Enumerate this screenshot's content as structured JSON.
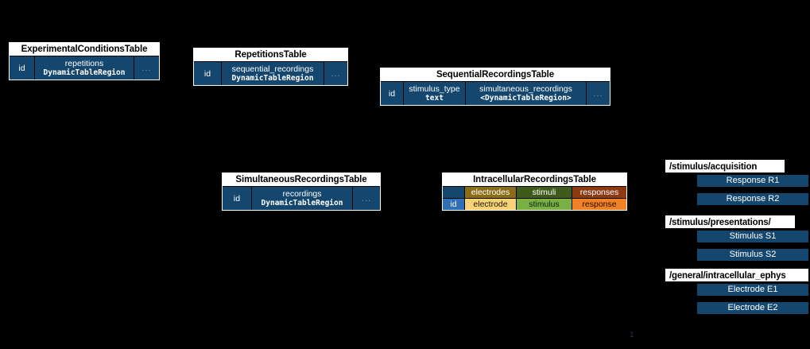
{
  "figure": {
    "kind": "nwb-icephys-table-hierarchy-diagram",
    "page_number": "1",
    "background_color": "#000000",
    "colors": {
      "table_cell_blue": "#15476e",
      "table_title_bg": "#ffffff",
      "electrodes_header": "#8a6d15",
      "electrode_cell": "#f7d277",
      "stimuli_header": "#3f5b1c",
      "stimulus_cell": "#79b045",
      "responses_header": "#8d3a12",
      "response_cell": "#f08225",
      "id_cell": "#2f6fb5"
    }
  },
  "tables": {
    "experimental_conditions": {
      "title": "ExperimentalConditionsTable",
      "columns": [
        {
          "name": "id",
          "type": ""
        },
        {
          "name": "repetitions",
          "type": "DynamicTableRegion"
        },
        {
          "name": "...",
          "type": ""
        }
      ]
    },
    "repetitions": {
      "title": "RepetitionsTable",
      "columns": [
        {
          "name": "id",
          "type": ""
        },
        {
          "name": "sequential_recordings",
          "type": "DynamicTableRegion"
        },
        {
          "name": "...",
          "type": ""
        }
      ]
    },
    "sequential_recordings": {
      "title": "SequentialRecordingsTable",
      "columns": [
        {
          "name": "id",
          "type": ""
        },
        {
          "name": "stimulus_type",
          "type": "text"
        },
        {
          "name": "simultaneous_recordings",
          "type": "<DynamicTableRegion>"
        },
        {
          "name": "...",
          "type": ""
        }
      ]
    },
    "simultaneous_recordings": {
      "title": "SimultaneousRecordingsTable",
      "columns": [
        {
          "name": "id",
          "type": ""
        },
        {
          "name": "recordings",
          "type": "DynamicTableRegion"
        },
        {
          "name": "...",
          "type": ""
        }
      ]
    },
    "intracellular_recordings": {
      "title": "IntracellularRecordingsTable",
      "category_headers": [
        "",
        "electrodes",
        "stimuli",
        "responses"
      ],
      "column_names": [
        "id",
        "electrode",
        "stimulus",
        "response"
      ]
    }
  },
  "groups": [
    {
      "path": "/stimulus/acquisition",
      "items": [
        "Response R1",
        "Response R2"
      ]
    },
    {
      "path": "/stimulus/presentations/",
      "items": [
        "Stimulus S1",
        "Stimulus S2"
      ]
    },
    {
      "path": "/general/intracellular_ephys",
      "items": [
        "Electrode E1",
        "Electrode E2"
      ]
    }
  ]
}
